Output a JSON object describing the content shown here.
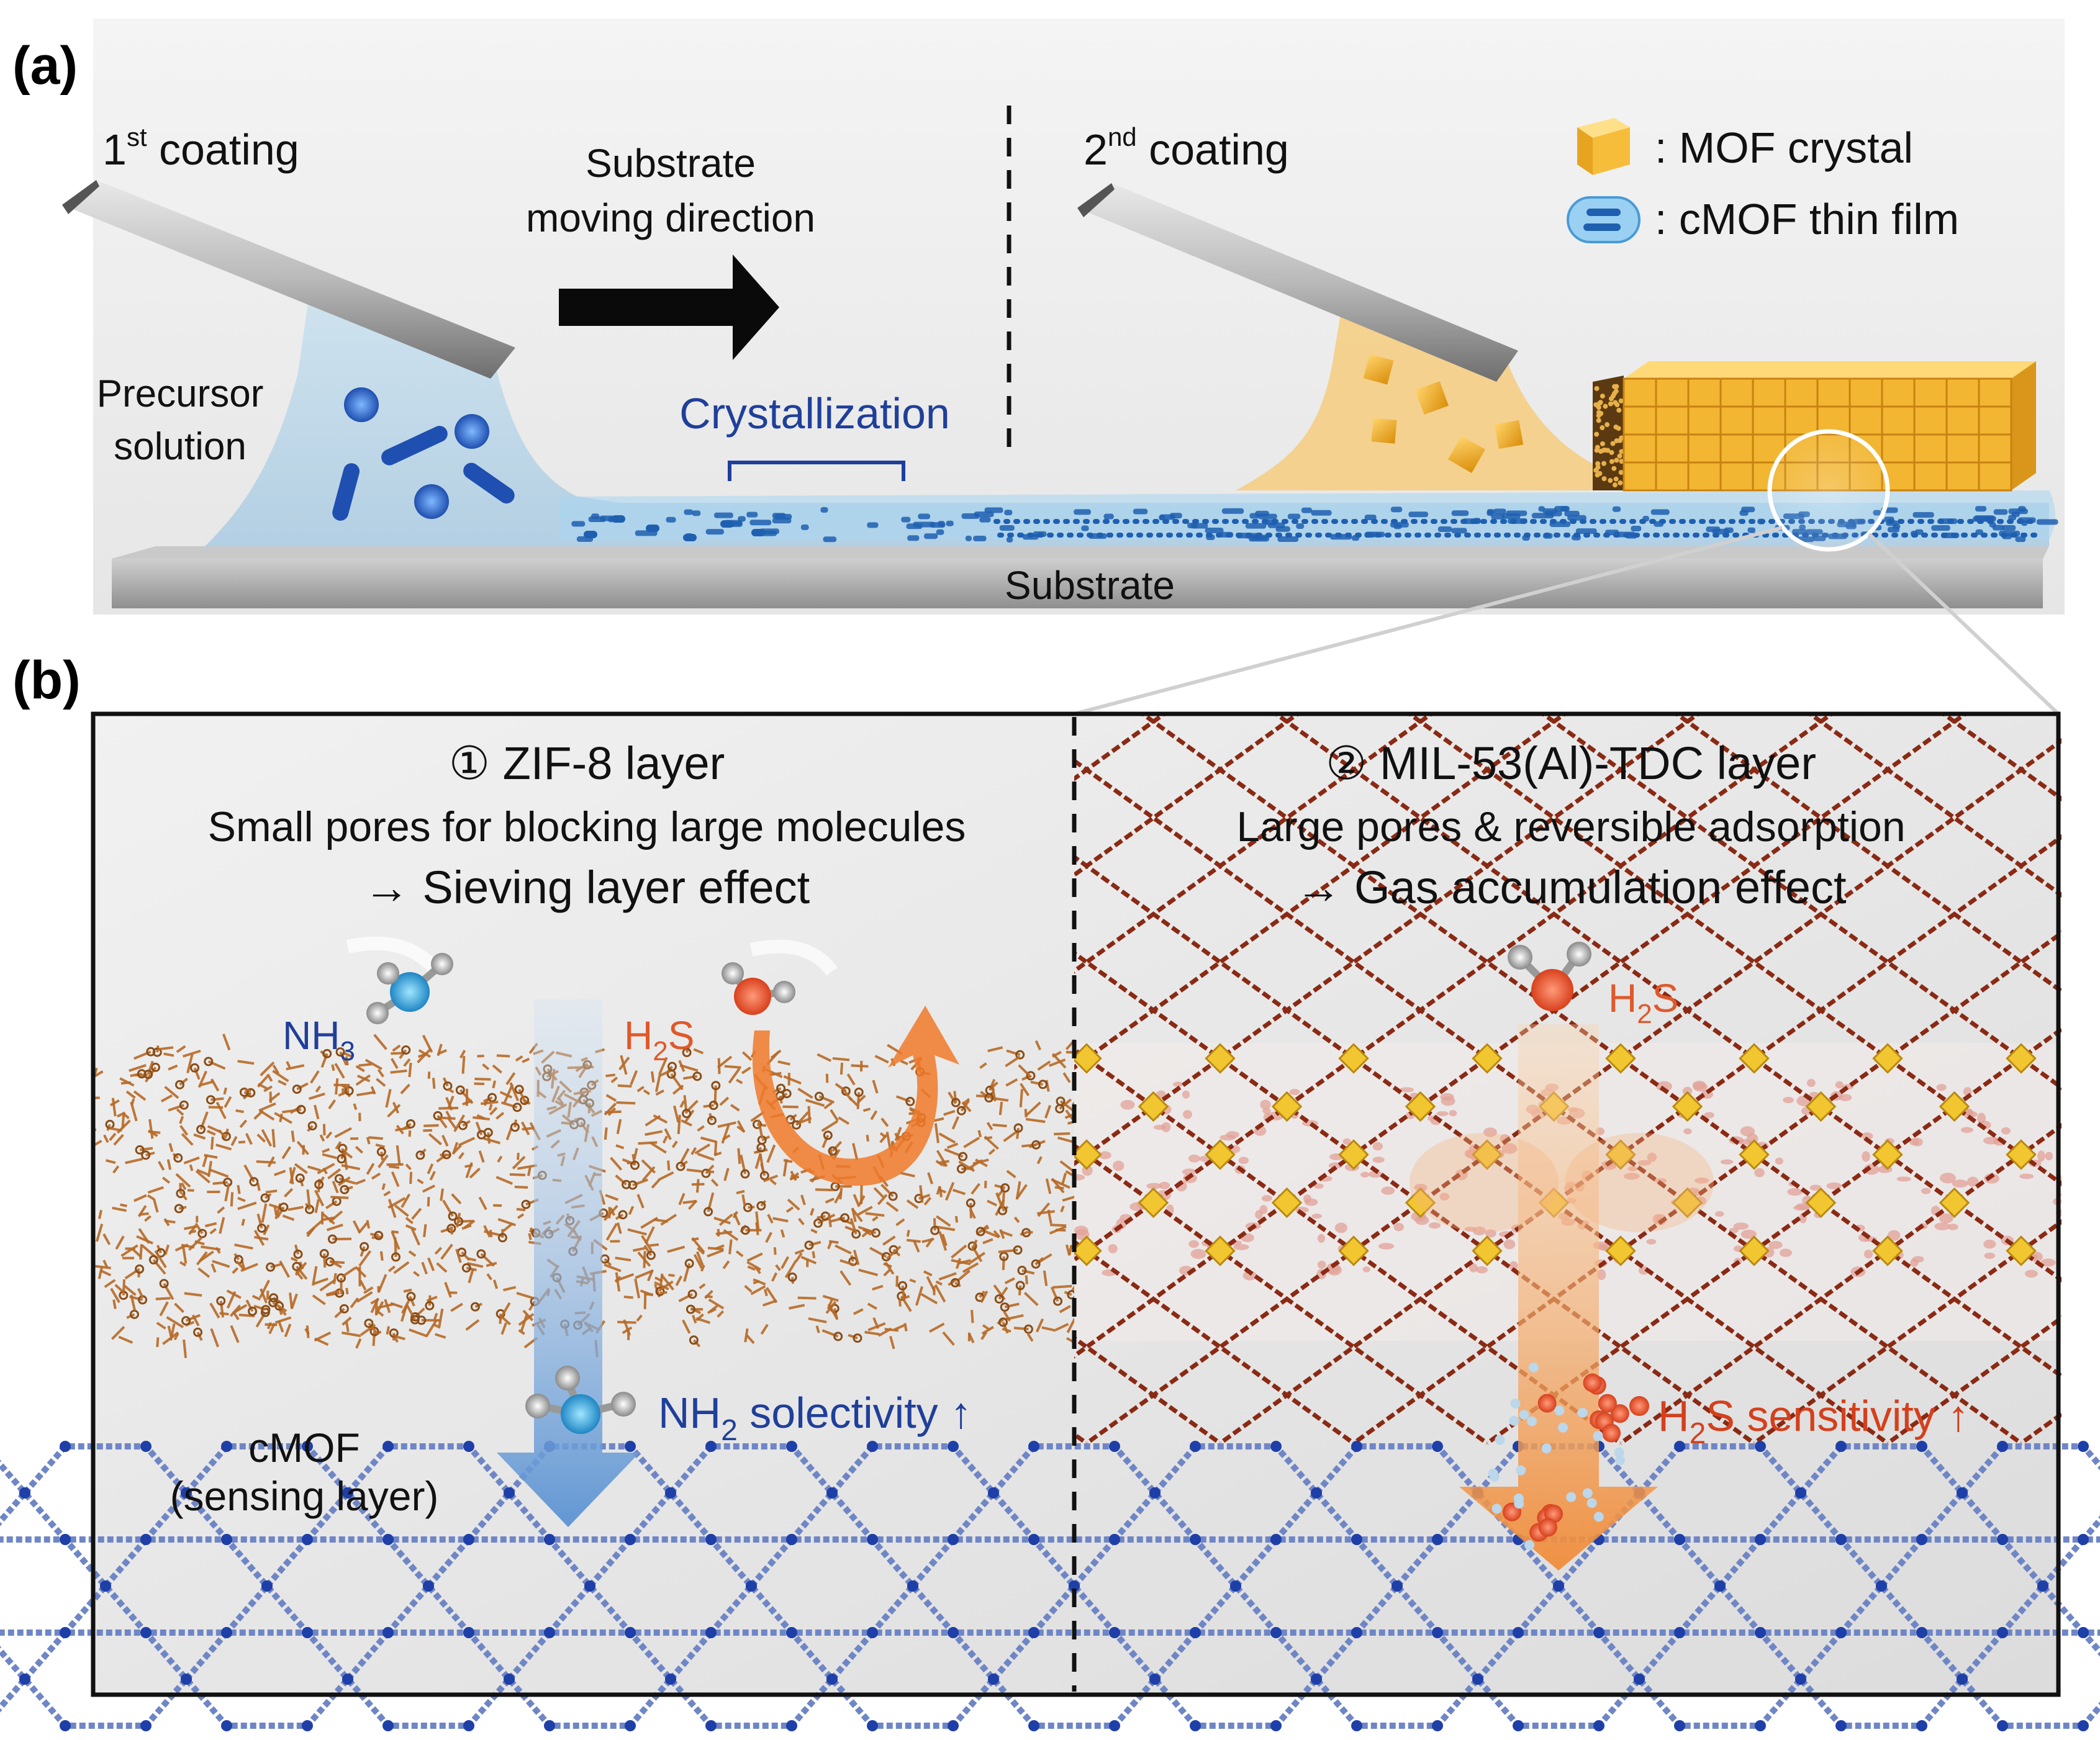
{
  "panel_a": {
    "label": "(a)",
    "first_coating": {
      "main": "1",
      "sup": "st",
      "rest": " coating"
    },
    "second_coating": {
      "main": "2",
      "sup": "nd",
      "rest": " coating"
    },
    "direction_line1": "Substrate",
    "direction_line2": "moving direction",
    "precursor_line1": "Precursor",
    "precursor_line2": "solution",
    "crystallization": "Crystallization",
    "substrate": "Substrate",
    "legend_mof": ": MOF crystal",
    "legend_cmof": ": cMOF thin film"
  },
  "panel_b": {
    "label": "(b)",
    "left": {
      "title": "① ZIF-8 layer",
      "line2": "Small pores for blocking large molecules",
      "line3": "→ Sieving layer effect",
      "nh3": {
        "main": "NH",
        "sub": "3"
      },
      "h2s": {
        "main": "H",
        "sub": "2",
        "rest": "S"
      },
      "selectivity": {
        "main": "NH",
        "sub": "2",
        "rest": " solectivity ↑"
      },
      "cmof_line1": "cMOF",
      "cmof_line2": "(sensing layer)"
    },
    "right": {
      "title": "② MIL-53(Al)-TDC layer",
      "line2": "Large pores & reversible adsorption",
      "line3": "→ Gas accumulation effect",
      "h2s": {
        "main": "H",
        "sub": "2",
        "rest": "S"
      },
      "sensitivity": {
        "main": "H",
        "sub": "2",
        "rest": "S sensitivity ↑"
      }
    }
  },
  "colors": {
    "blue_text": "#1f3f9a",
    "orange_text": "#e0582a",
    "mof_gold": "#f2b632",
    "zif_brown": "#b86a26",
    "mil_line": "#8a2a14",
    "cmof_blue": "#5670b8",
    "solution_blue": "#bfe0f2",
    "solution_orange": "#f7d08a"
  }
}
